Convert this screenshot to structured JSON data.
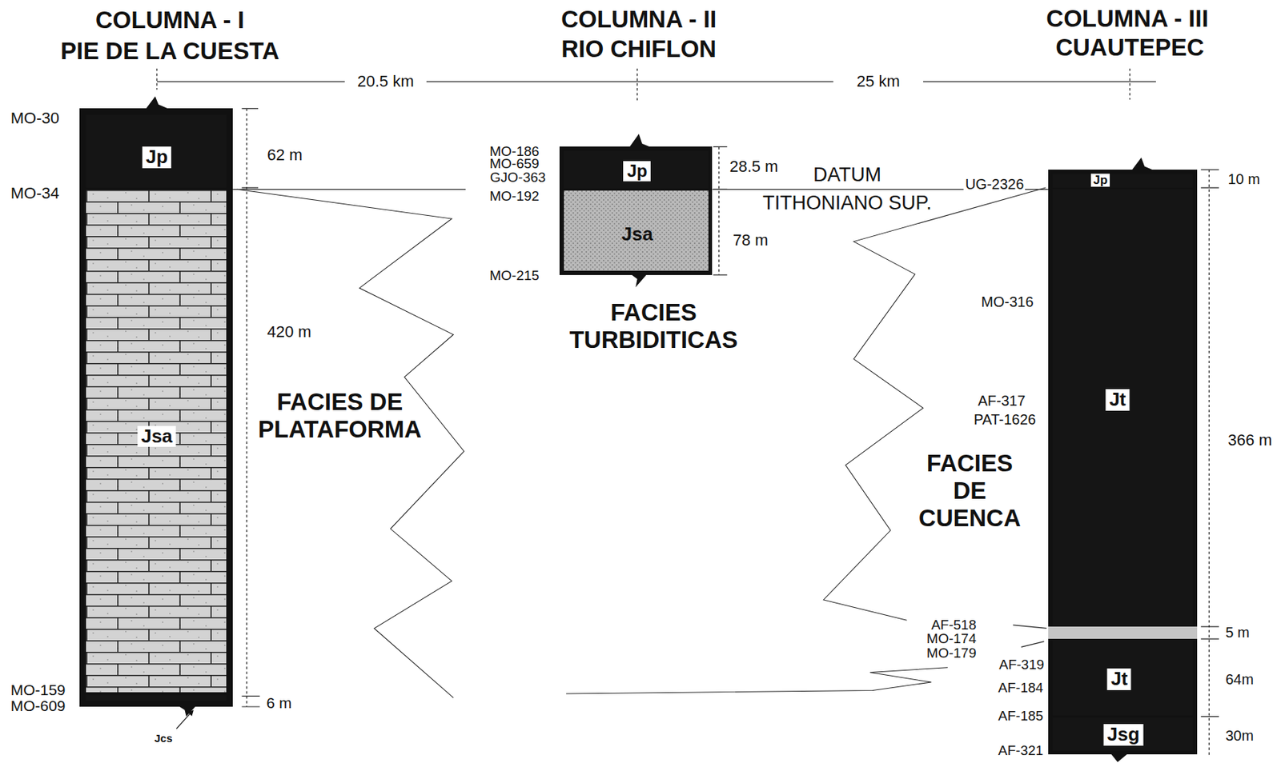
{
  "diagram": {
    "nodes": [
      {
        "text": [
          "COLUMNA - I",
          "PIE DE LA CUESTA"
        ]
      },
      {
        "text": [
          "Jp"
        ],
        "in": 0
      },
      {
        "text": [
          "Jsa"
        ],
        "in": 0
      },
      {
        "text": [
          "Jcs"
        ],
        "in": 0
      },
      {
        "text": [
          "COLUMNA - II",
          "RIO CHIFLON"
        ]
      },
      {
        "text": [
          "Jp"
        ],
        "in": 4
      },
      {
        "text": [
          "Jsa"
        ],
        "in": 4
      },
      {
        "text": [
          "COLUMNA - III",
          "CUAUTEPEC"
        ]
      },
      {
        "text": [
          "Jp"
        ],
        "in": 7
      },
      {
        "text": [
          "Jt"
        ],
        "in": 7
      },
      {
        "text": [
          "Jt"
        ],
        "in": 7
      },
      {
        "text": [
          "Jsg"
        ],
        "in": 7
      }
    ],
    "labels": [
      "20.5 km",
      "25 km",
      "MO-30",
      "MO-34",
      "62 m",
      "420 m",
      "MO-159",
      "MO-609",
      "6 m",
      "FACIES DE PLATAFORMA",
      "MO-186",
      "MO-659",
      "GJO-363",
      "MO-192",
      "28.5 m",
      "78 m",
      "MO-215",
      "FACIES TURBIDITICAS",
      "DATUM TITHONIANO SUP.",
      "UG-2326",
      "10 m",
      "MO-316",
      "AF-317",
      "PAT-1626",
      "366 m",
      "FACIES DE CUENCA",
      "AF-518",
      "MO-174",
      "MO-179",
      "5 m",
      "AF-319",
      "AF-184",
      "64m",
      "AF-185",
      "30m",
      "AF-321"
    ]
  }
}
